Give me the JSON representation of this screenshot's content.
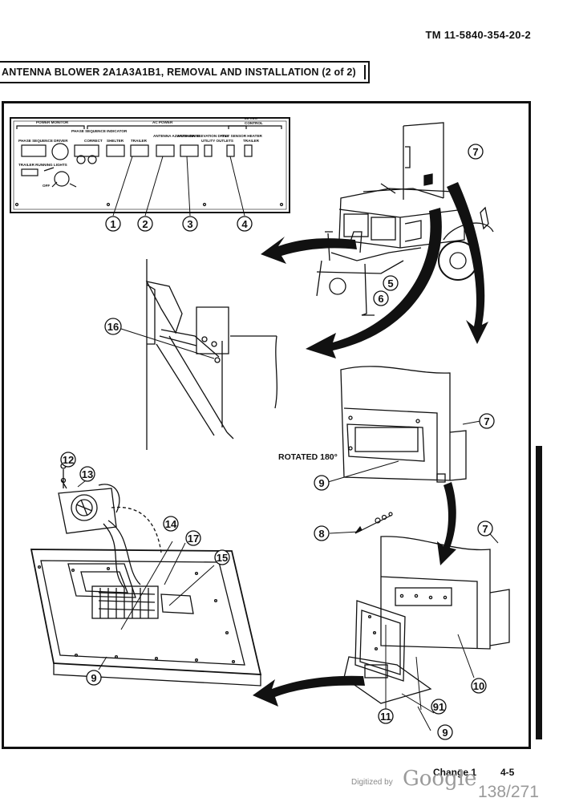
{
  "header": {
    "tm_number": "TM 11-5840-354-20-2",
    "title": "ANTENNA BLOWER 2A1A3A1B1, REMOVAL AND INSTALLATION (2 of 2)"
  },
  "figure": {
    "panel": {
      "power_monitor": "POWER MONITOR",
      "ac_power": "AC POWER",
      "dc_control_1": "28 VDC",
      "dc_control_2": "CONTROL",
      "phase_sequence_driver": "PHASE SEQUENCE DRIVER",
      "phase_sequence_indicator": "PHASE SEQUENCE INDICATOR",
      "correct": "CORRECT",
      "shelter": "SHELTER",
      "trailer": "TRAILER",
      "antenna_azimuth_drive": "ANTENNA AZIMUTH DRIVE",
      "antenna_elevation_drive": "ANTENNA ELEVATION DRIVE",
      "utility_outlets": "UTILITY OUTLETS",
      "tilt_sensor_heater": "TILT SENSOR HEATER",
      "trailer_dc": "TRAILER",
      "trailer_running_lights": "TRAILER RUNNING LIGHTS",
      "off": "OFF"
    },
    "rotated_label": "ROTATED 180°",
    "callouts": {
      "c1": "1",
      "c2": "2",
      "c3": "3",
      "c4": "4",
      "c5": "5",
      "c6": "6",
      "c7a": "7",
      "c7b": "7",
      "c7c": "7",
      "c8": "8",
      "c9a": "9",
      "c9b": "9",
      "c9c": "9",
      "c91": "91",
      "c10": "10",
      "c11": "11",
      "c12": "12",
      "c13": "13",
      "c14": "14",
      "c15": "15",
      "c16": "16",
      "c17": "17"
    }
  },
  "footer": {
    "change": "Change 1",
    "page": "4-5",
    "digitized_by": "Digitized by",
    "google": "Google",
    "scan_page": "138/271"
  },
  "colors": {
    "ink": "#111111",
    "watermark": "#9a9a9a",
    "paper": "#ffffff"
  }
}
